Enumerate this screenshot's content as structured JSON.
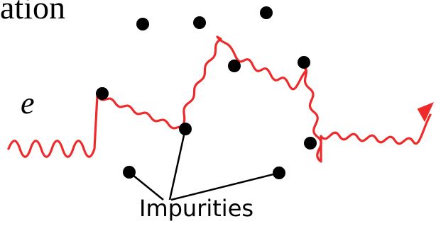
{
  "caption": {
    "title_fragment": "ation",
    "electron_symbol": "e",
    "impurities_label": "Impurities"
  },
  "colors": {
    "path": "#ef2a2a",
    "impurity": "#000000",
    "leader": "#000000",
    "text": "#000000"
  }
}
